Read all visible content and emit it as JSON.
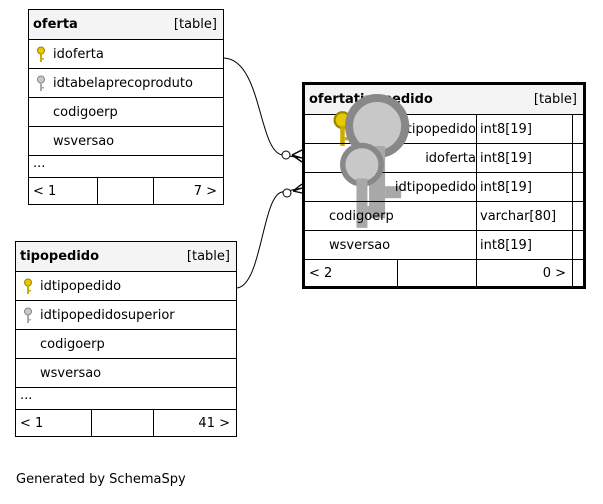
{
  "tables": {
    "oferta": {
      "name": "oferta",
      "kind": "[table]",
      "columns": [
        "idoferta",
        "idtabelaprecoproduto",
        "codigoerp",
        "wsversao"
      ],
      "more": "...",
      "footer": {
        "left": "< 1",
        "right": "7 >"
      }
    },
    "tipopedido": {
      "name": "tipopedido",
      "kind": "[table]",
      "columns": [
        "idtipopedido",
        "idtipopedidosuperior",
        "codigoerp",
        "wsversao"
      ],
      "more": "...",
      "footer": {
        "left": "< 1",
        "right": "41 >"
      }
    },
    "ofertatipopedido": {
      "name": "ofertatipopedido",
      "kind": "[table]",
      "columns": [
        {
          "name": "idofertatipopedido",
          "type": "int8[19]"
        },
        {
          "name": "idoferta",
          "type": "int8[19]"
        },
        {
          "name": "idtipopedido",
          "type": "int8[19]"
        },
        {
          "name": "codigoerp",
          "type": "varchar[80]"
        },
        {
          "name": "wsversao",
          "type": "int8[19]"
        }
      ],
      "footer": {
        "left": "< 2",
        "right": "0 >"
      }
    }
  },
  "icons": {
    "primary_key_color": "#e8c800",
    "foreign_key_color": "#a8a8a8"
  },
  "credit": "Generated by SchemaSpy"
}
